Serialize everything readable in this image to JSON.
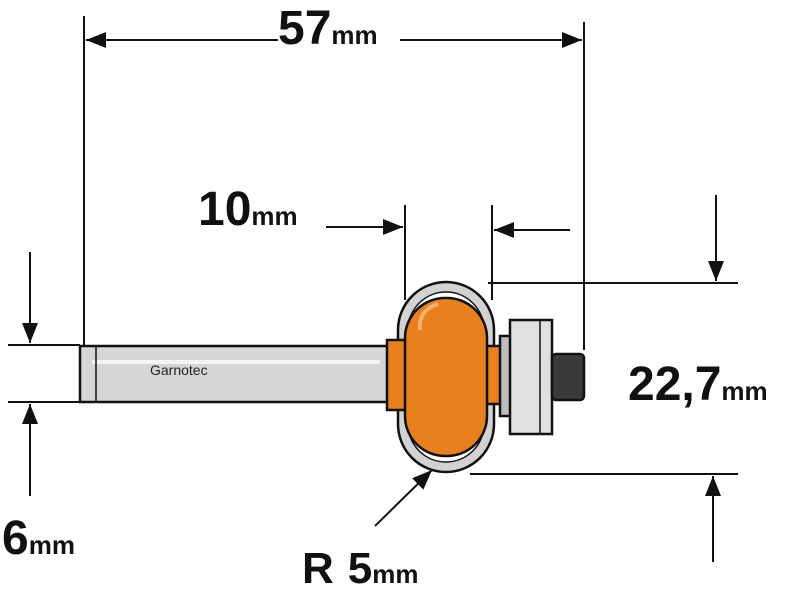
{
  "brand": "Garnotec",
  "dimensions": {
    "total_length": {
      "value": "57",
      "unit": "mm"
    },
    "cutting_length": {
      "value": "10",
      "unit": "mm"
    },
    "diameter": {
      "value": "22,7",
      "unit": "mm"
    },
    "shank": {
      "value": "6",
      "unit": "mm"
    },
    "radius": {
      "prefix": "R",
      "value": "5",
      "unit": "mm"
    }
  },
  "colors": {
    "cutter": "#e8801e",
    "shank": "#d6d6d6",
    "bearing": "#e0e0e0",
    "outline": "#111111"
  }
}
